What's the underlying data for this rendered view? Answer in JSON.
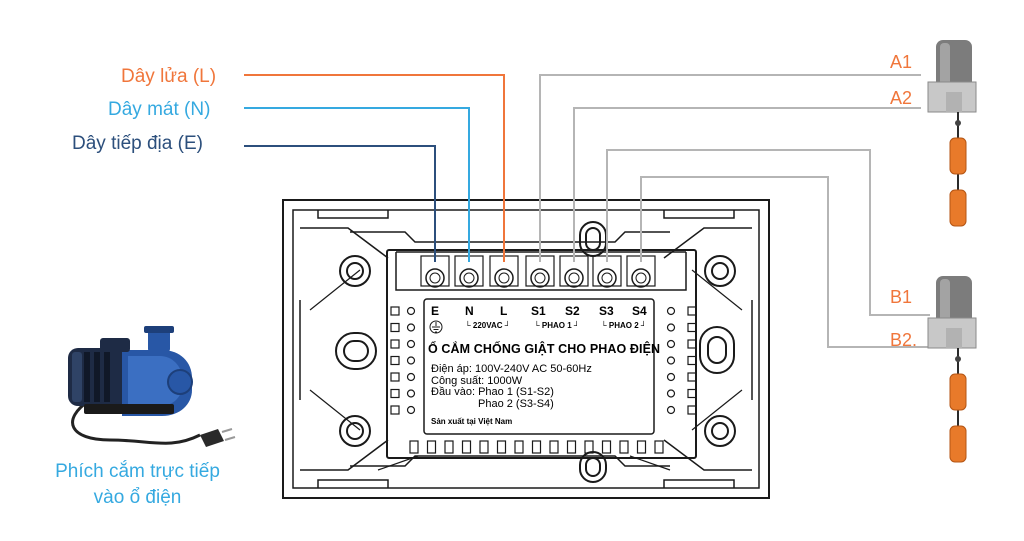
{
  "wire_labels": {
    "live": "Dây lửa (L)",
    "neutral": "Dây mát (N)",
    "earth": "Dây tiếp địa (E)"
  },
  "float_labels": {
    "a1": "A1",
    "a2": "A2",
    "b1": "B1",
    "b2": "B2."
  },
  "pump_caption": {
    "line1": "Phích cắm trực tiếp",
    "line2": "vào ổ điện"
  },
  "device": {
    "terminals": [
      "E",
      "N",
      "L",
      "S1",
      "S2",
      "S3",
      "S4"
    ],
    "group_220": "220VAC",
    "group_phao1": "PHAO 1",
    "group_phao2": "PHAO 2",
    "title": "Ổ CẮM CHỐNG GIẬT CHO PHAO ĐIỆN",
    "spec_voltage": "Điện áp: 100V-240V AC 50-60Hz",
    "spec_power": "Công suất: 1000W",
    "spec_input": "Đầu vào: Phao 1 (S1-S2)",
    "spec_input2": "Phao 2 (S3-S4)",
    "made_in": "Sản xuất tại Việt Nam"
  },
  "colors": {
    "live": "#f0763b",
    "neutral": "#35a9e0",
    "earth": "#2c4f7c",
    "float_wire": "#b5b5b5",
    "caption": "#35a9e0",
    "float_body": "#e87a2a"
  }
}
